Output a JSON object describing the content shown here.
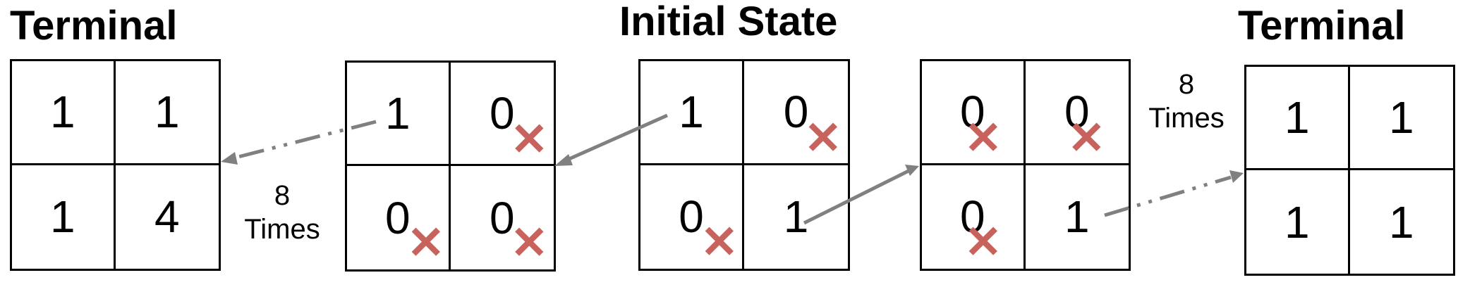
{
  "titles": {
    "left": "Terminal",
    "center": "Initial State",
    "right": "Terminal"
  },
  "grids": {
    "left_terminal": [
      "1",
      "1",
      "1",
      "4"
    ],
    "left_step": [
      "1",
      "0",
      "0",
      "0"
    ],
    "initial": [
      "1",
      "0",
      "0",
      "1"
    ],
    "right_step": [
      "0",
      "0",
      "0",
      "1"
    ],
    "right_terminal": [
      "1",
      "1",
      "1",
      "1"
    ]
  },
  "mark_symbol": "✕",
  "repeat_labels": {
    "left": {
      "count": "8",
      "word": "Times"
    },
    "right": {
      "count": "8",
      "word": "Times"
    }
  },
  "colors": {
    "mark": "#c8625c",
    "arrow": "#808080",
    "line": "#000000"
  }
}
